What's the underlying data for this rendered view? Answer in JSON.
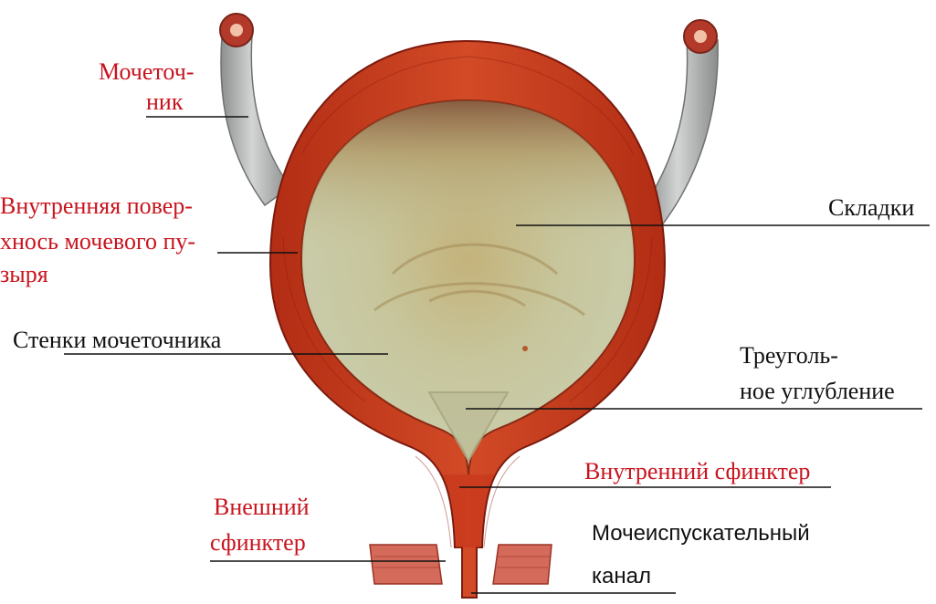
{
  "colors": {
    "label_red": "#c8141e",
    "label_black": "#111111",
    "wall": "#c83a1e",
    "wall_dark": "#8e1c10",
    "ureter": "#a9abab",
    "interior_light": "#c9cba4",
    "interior_dark": "#a7874c"
  },
  "labels": {
    "ureter_line1": "Мочеточ-",
    "ureter_line2": "ник",
    "inner_surface_line1": "Внутренняя повер-",
    "inner_surface_line2": "хнось мочевого пу-",
    "inner_surface_line3": "зыря",
    "ureter_walls": "Стенки мочеточника",
    "folds": "Складки",
    "trigone_line1": "Треуголь-",
    "trigone_line2": "ное углубление",
    "internal_sphincter": "Внутренний сфинктер",
    "external_sphincter_line1": "Внешний",
    "external_sphincter_line2": "сфинктер",
    "urethra_line1": "Мочеиспускательный",
    "urethra_line2": "канал"
  }
}
